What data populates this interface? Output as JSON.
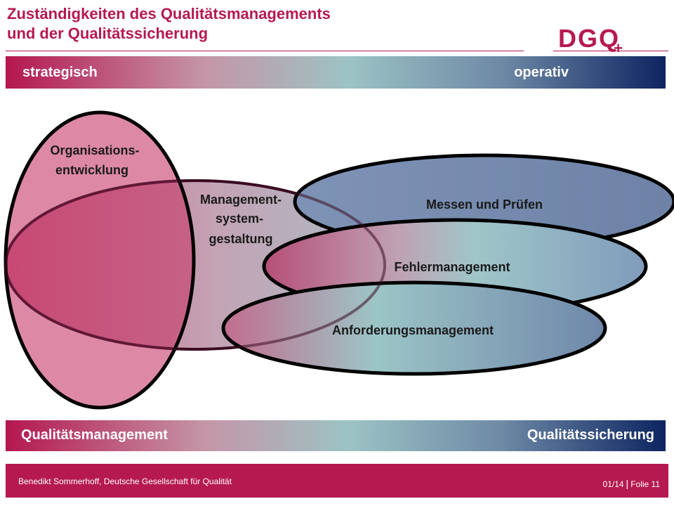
{
  "slide": {
    "title_line1": "Zuständigkeiten des Qualitätsmanagements",
    "title_line2": "und der Qualitätssicherung"
  },
  "logo": {
    "text_d": "DG",
    "text_q": "Q",
    "plus": "+"
  },
  "top_band": {
    "left_label": "strategisch",
    "right_label": "operativ"
  },
  "bottom_band": {
    "left_label": "Qualitätsmanagement",
    "right_label": "Qualitätssicherung"
  },
  "diagram": {
    "org_line1": "Organisations-",
    "org_line2": "entwicklung",
    "mgmt_line1": "Management-",
    "mgmt_line2": "system-",
    "mgmt_line3": "gestaltung",
    "messen": "Messen und Prüfen",
    "fehler": "Fehlermanagement",
    "anforderung": "Anforderungsmanagement"
  },
  "colors": {
    "brand": "#b5194f",
    "navy": "#0d2461",
    "teal": "#9cc3c4"
  },
  "footer": {
    "author": "Benedikt Sommerhoff, Deutsche Gesellschaft für Qualität",
    "date": "01/14",
    "separator": "|",
    "slide_number": "Folie 11"
  }
}
